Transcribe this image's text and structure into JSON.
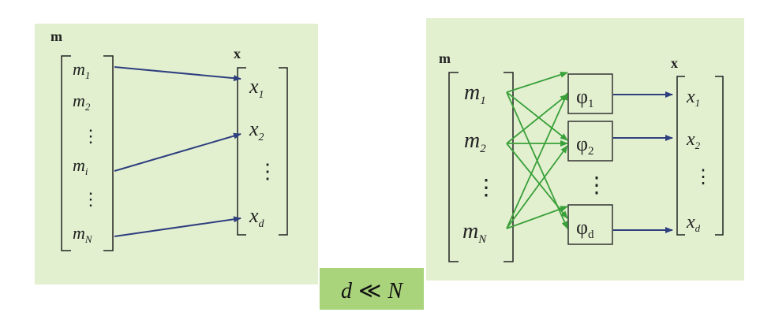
{
  "left_panel": {
    "m_label": "m",
    "x_label": "x",
    "m_base": "m",
    "x_base": "x",
    "m_subs": [
      "1",
      "2",
      "i",
      "N"
    ],
    "x_subs": [
      "1",
      "2",
      "d"
    ],
    "vdots": "⋮"
  },
  "right_panel": {
    "m_label": "m",
    "x_label": "x",
    "m_base": "m",
    "x_base": "x",
    "phi_base": "φ",
    "m_subs": [
      "1",
      "2",
      "N"
    ],
    "phi_subs": [
      "1",
      "2",
      "d"
    ],
    "x_subs": [
      "1",
      "2",
      "d"
    ],
    "vdots": "⋮"
  },
  "relation": {
    "lhs": "d",
    "op": "≪",
    "rhs": "N"
  },
  "colors": {
    "panel_bg": "#e3f0d0",
    "relation_bg": "#a9d47c",
    "blue_arrow": "#2e3f7f",
    "green_arrow": "#3aa03a",
    "text": "#222222"
  }
}
